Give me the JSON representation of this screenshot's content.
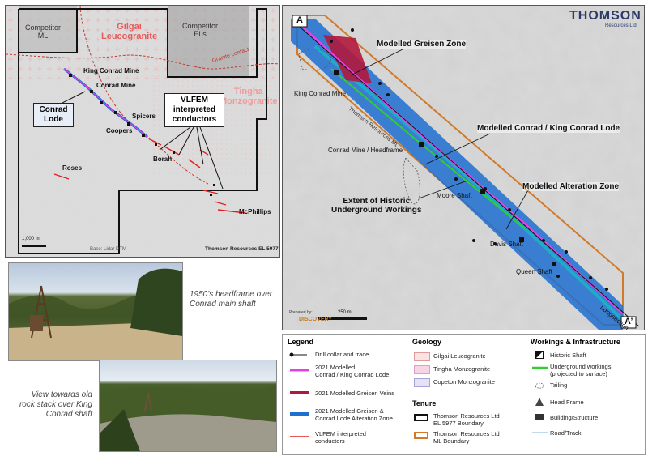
{
  "left_map": {
    "labels": {
      "competitor_ml": "Competitor\nML",
      "competitor_els": "Competitor\nELs",
      "gilgai": "Gilgai\nLeucogranite",
      "tingha": "Tingha\nMonzogranite",
      "granite_contact": "Granite contact",
      "king_conrad_mine": "King Conrad Mine",
      "conrad_mine": "Conrad Mine",
      "spicers": "Spicers",
      "coopers": "Coopers",
      "borah": "Borah",
      "roses": "Roses",
      "mcphillips": "McPhillips",
      "conrad_lode_box": "Conrad\nLode",
      "vlfem_box": "VLFEM\ninterpreted\nconductors",
      "scale": "1,000 m",
      "base": "Base: Lidar DTM",
      "credit": "Thomson Resources EL 5977"
    }
  },
  "photos": {
    "caption1": "1950’s headframe over\nConrad main shaft",
    "caption2": "View towards old\nrock stack over King\nConrad shaft"
  },
  "right_map": {
    "logo_main": "THOMSON",
    "logo_sub": "Resources Ltd",
    "labels": {
      "a": "A",
      "a_prime": "A’",
      "modelled_greisen": "Modelled Greisen Zone",
      "king_conrad_mine": "King Conrad Mine",
      "thomson_ml": "Thomson Resources ML",
      "conrad_king_lode": "Modelled Conrad / King Conrad Lode",
      "conrad_headframe": "Conrad Mine / Headframe",
      "extent_workings": "Extent of Historic\nUnderground Workings",
      "moore_shaft": "Moore Shaft",
      "alteration_zone": "Modelled Alteration Zone",
      "davis_shaft": "Davis Shaft",
      "queen_shaft": "Queen Shaft",
      "longsection": "Longsection",
      "prepared_by": "Prepared by:",
      "discovery": "DISCOVERY",
      "scale": "250 m"
    }
  },
  "legend": {
    "title": "Legend",
    "items": [
      {
        "label": "Drill collar and trace"
      },
      {
        "label": "2021 Modelled\nConrad / King Conrad Lode"
      },
      {
        "label": "2021 Modelled Greisen Veins"
      },
      {
        "label": "2021 Modelled Greisen &\nConrad Lode Alteration Zone"
      },
      {
        "label": "VLFEM interpreted\nconductors"
      }
    ],
    "geology_title": "Geology",
    "geology": [
      {
        "label": "Gilgai Leucogranite"
      },
      {
        "label": "Tingha Monzogranite"
      },
      {
        "label": "Copeton Monzogranite"
      }
    ],
    "tenure_title": "Tenure",
    "tenure": [
      {
        "label": "Thomson Resources Ltd\nEL 5977 Boundary"
      },
      {
        "label": "Thomson Resources Ltd\nML Boundary"
      }
    ],
    "workings_title": "Workings & Infrastructure",
    "workings": [
      {
        "label": "Historic Shaft"
      },
      {
        "label": "Underground workings\n(projected to surface)"
      },
      {
        "label": "Tailing"
      },
      {
        "label": "Head Frame"
      },
      {
        "label": "Building/Structure"
      },
      {
        "label": "Road/Track"
      }
    ],
    "colors": {
      "conrad_lode": "#e83ee8",
      "greisen": "#b0183c",
      "alteration": "#1f6fd0",
      "vlfem": "#e02020",
      "ml_boundary": "#d07a2a",
      "workings": "#33cc33"
    }
  }
}
